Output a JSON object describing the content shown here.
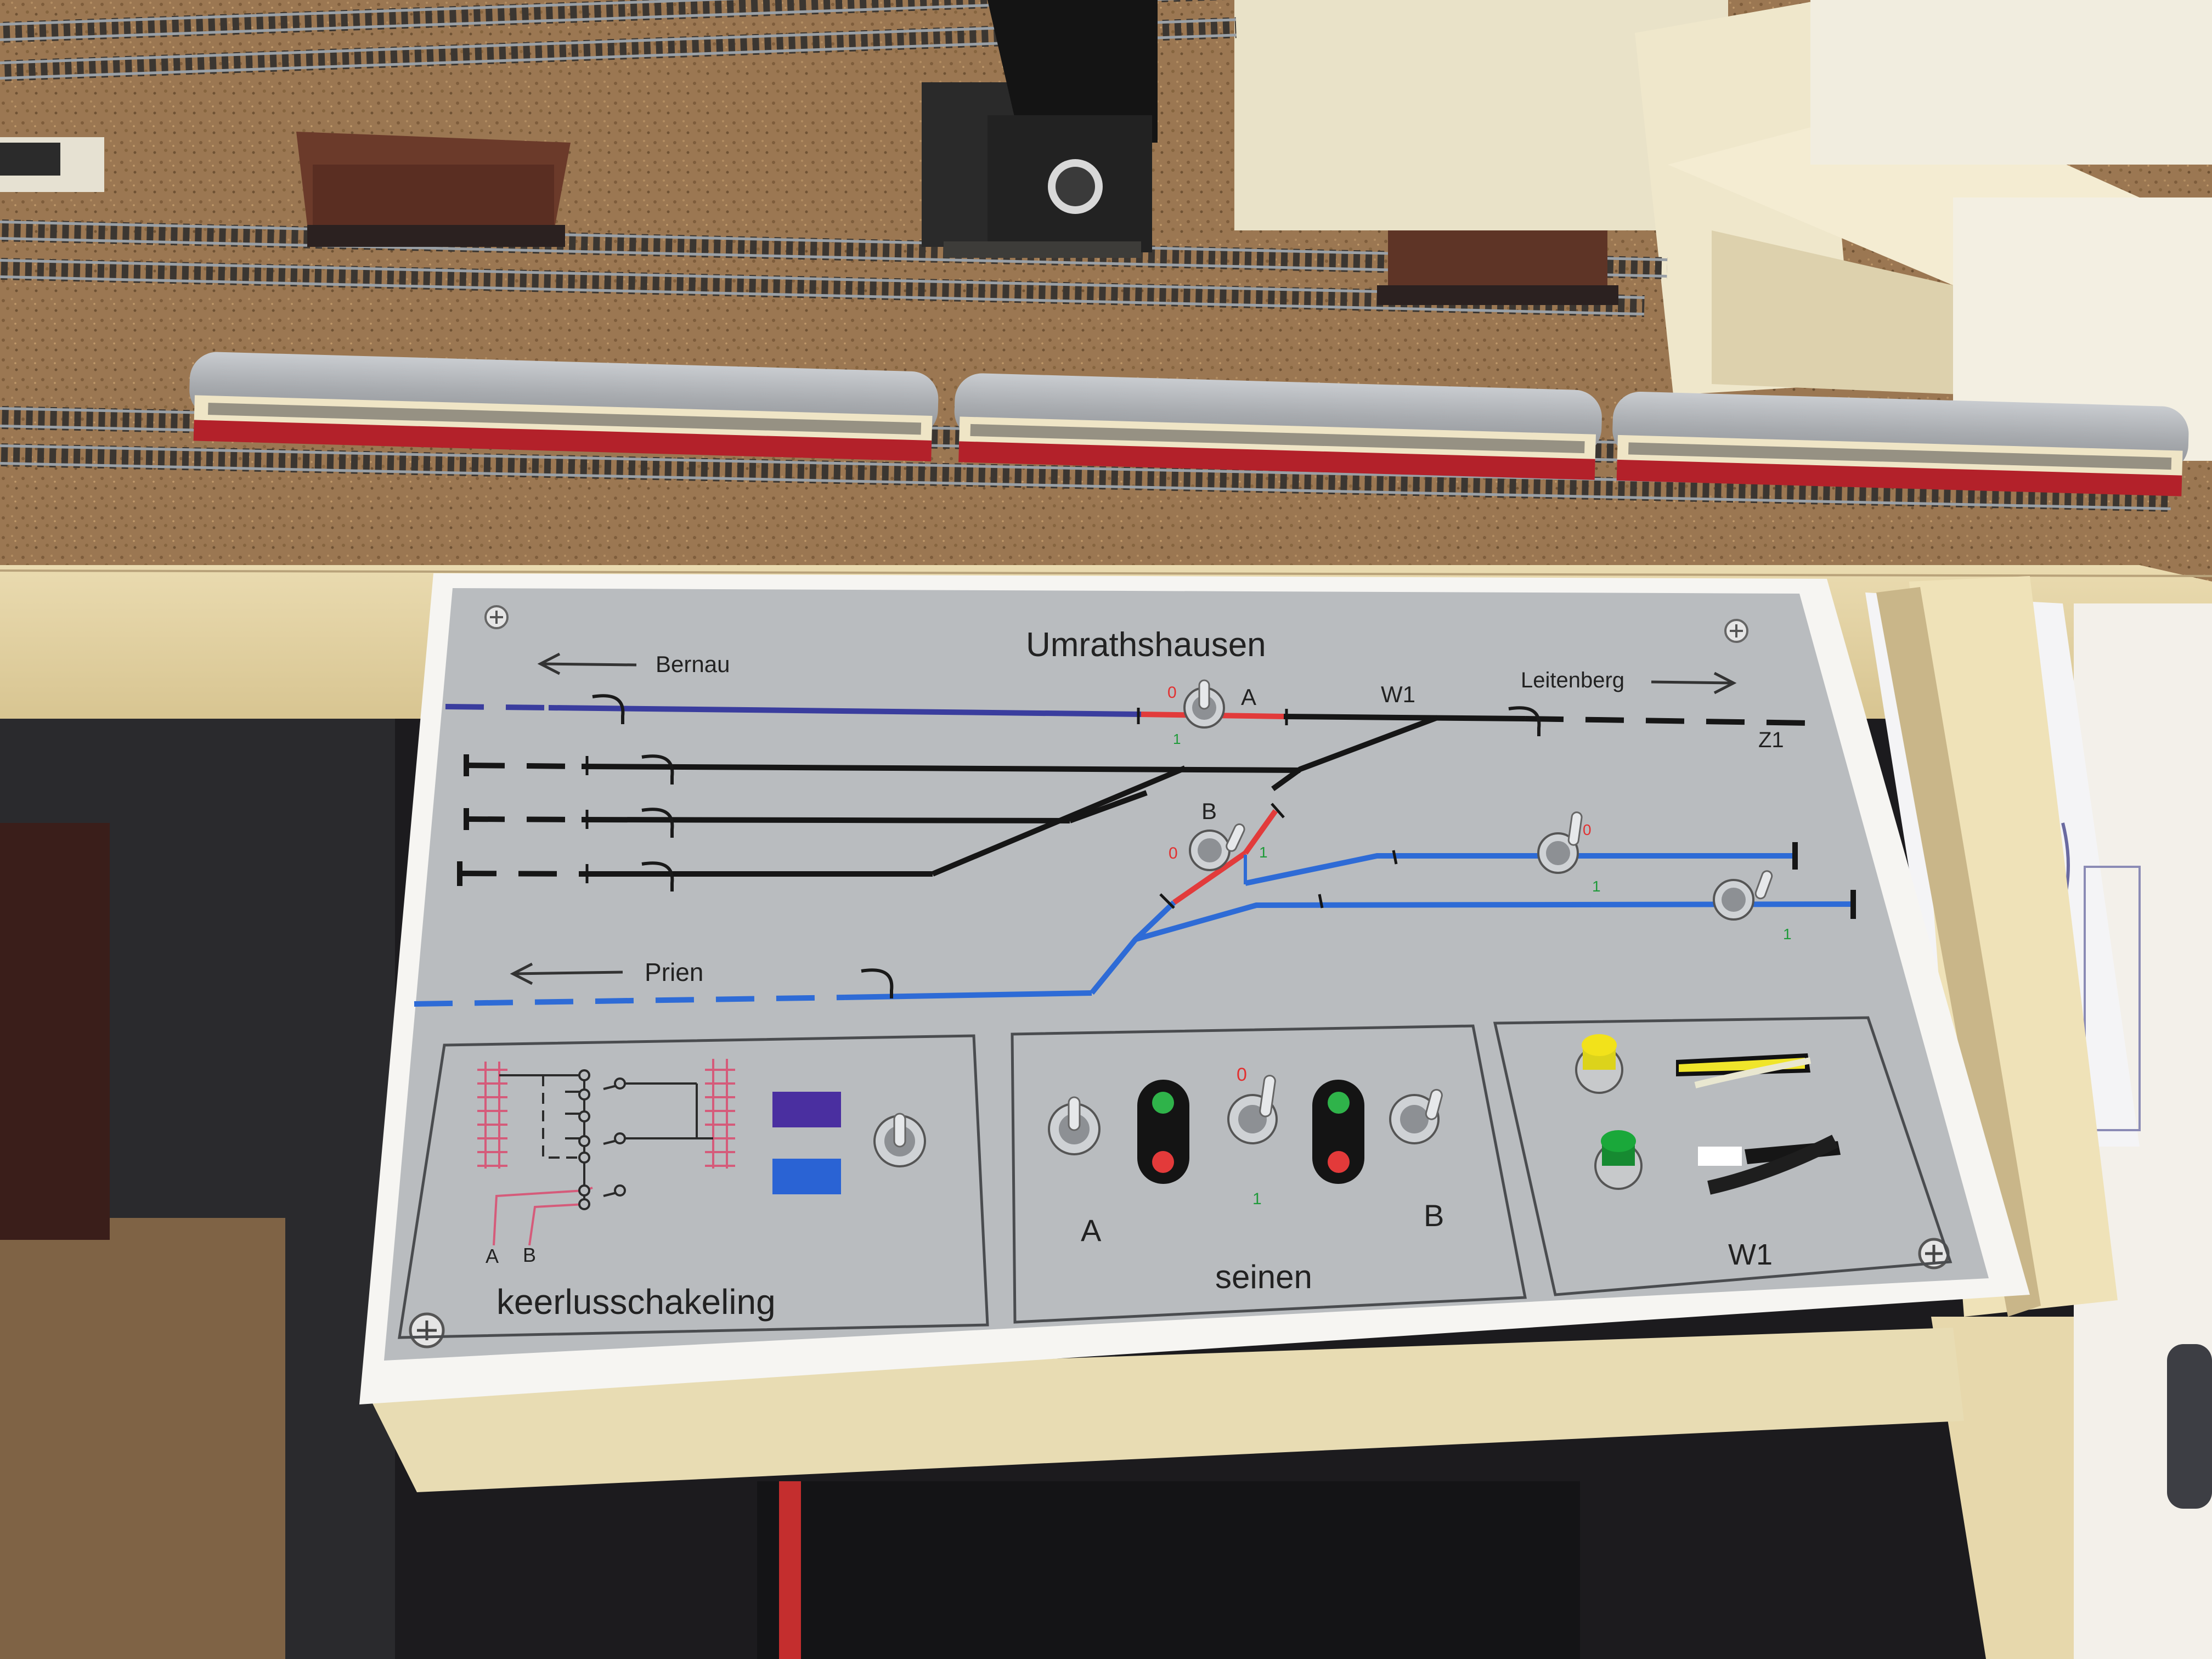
{
  "panel": {
    "title": "Umrathshausen",
    "dest_left_top": "Bernau",
    "dest_right_top": "Leitenberg",
    "dest_left_bottom": "Prien",
    "junction_w1": "W1",
    "signal_a": "A",
    "signal_b": "B",
    "track_z1": "Z1",
    "state_off": "0",
    "state_on": "1"
  },
  "sections": {
    "reverse_loop": {
      "title": "keerlusschakeling",
      "label_a": "A",
      "label_b": "B"
    },
    "signals": {
      "title": "seinen",
      "label_a": "A",
      "label_b": "B",
      "state_off": "0",
      "state_on": "1"
    },
    "turnout": {
      "title": "W1"
    }
  },
  "colors": {
    "panel_face": "#b9bcbf",
    "track_black": "#161616",
    "track_blue_dark": "#3a3d9e",
    "track_blue": "#2e6bd6",
    "track_red": "#e23b3b",
    "label_red": "#e23030",
    "label_green": "#1f9a3a",
    "swatch_purple": "#4a2fa0",
    "swatch_blue": "#2a63d4",
    "button_yellow": "#f2e21a",
    "button_green": "#1aa83a",
    "cork": "#9b7752",
    "wood": "#e3d3a5"
  },
  "scene": {
    "background_icons": [
      "cork-board",
      "model-train-coaches",
      "freight-wagons",
      "railway-tracks",
      "signal-hut",
      "paper-note"
    ]
  }
}
